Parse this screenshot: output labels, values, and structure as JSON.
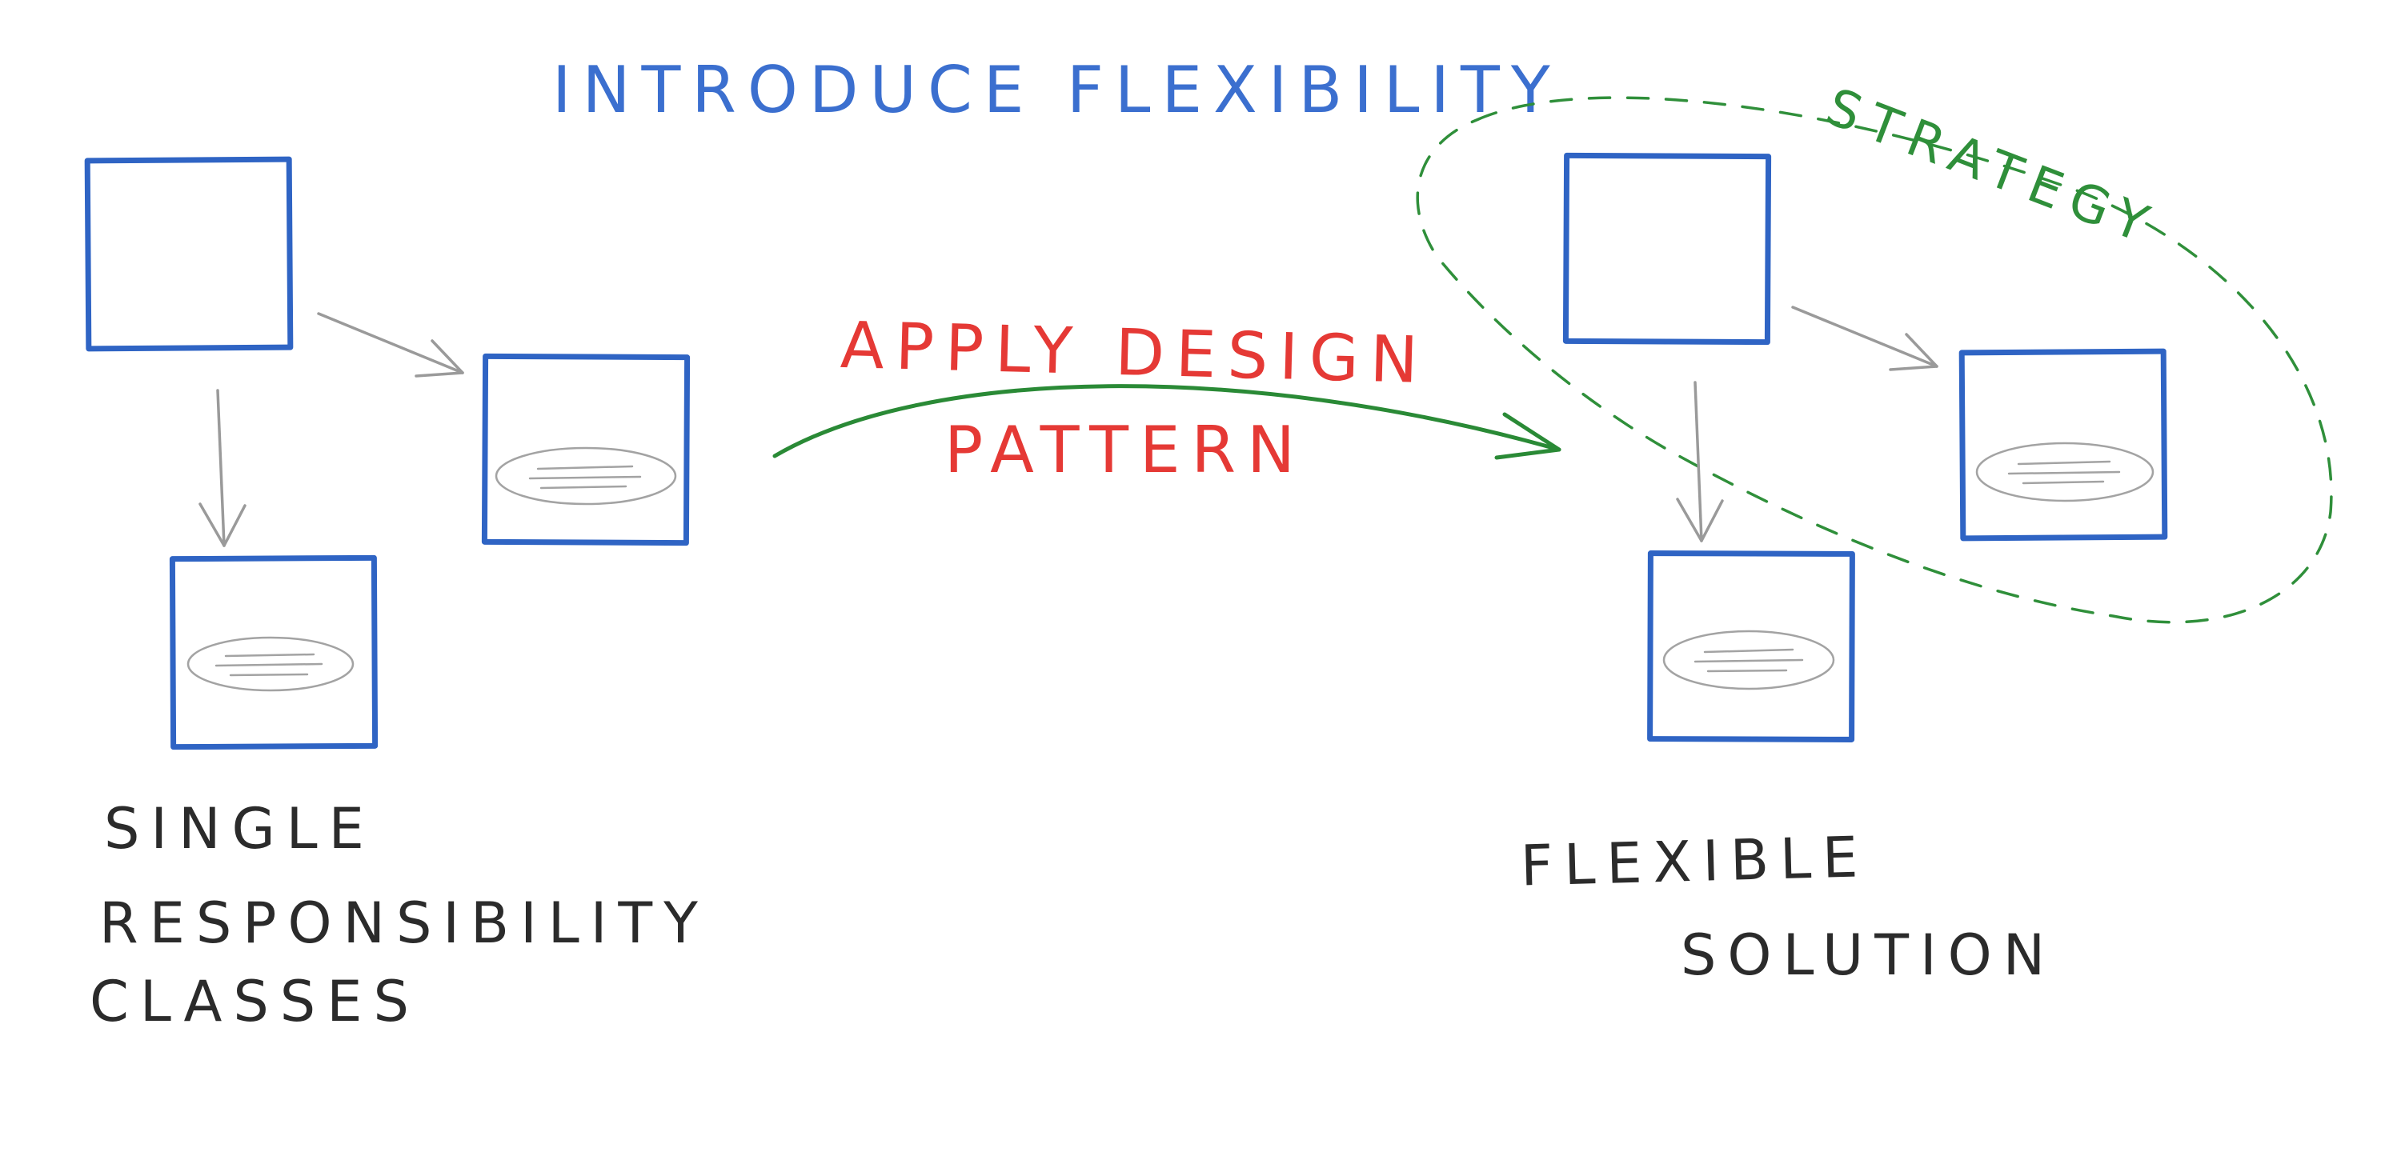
{
  "labels": {
    "introduce": "INTRODUCE FLEXIBILITY",
    "apply_line1": "APPLY DESIGN",
    "apply_line2": "PATTERN",
    "strategy": "STRATEGY",
    "left_caption": [
      "SINGLE",
      "RESPONSIBILITY",
      "CLASSES"
    ],
    "right_caption": [
      "FLEXIBLE",
      "SOLUTION"
    ]
  },
  "colors": {
    "box_stroke": "#2f64c4",
    "blue_text": "#3b6fcf",
    "red_text": "#e53935",
    "green": "#2f8f3a",
    "pencil": "#9a9a9a",
    "caption": "#2b2b2b"
  }
}
